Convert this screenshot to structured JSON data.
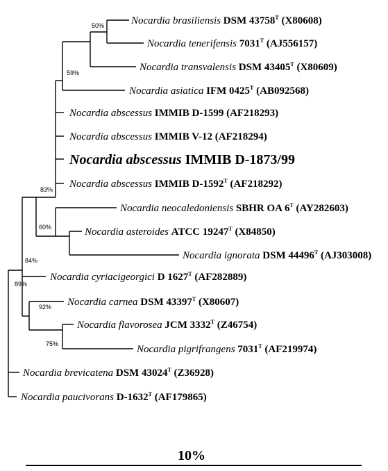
{
  "taxa": [
    {
      "id": "brasiliensis",
      "species": "Nocardia brasiliensis",
      "strain": "DSM 43758",
      "type_strain": true,
      "accession": "(X80608)"
    },
    {
      "id": "tenerifensis",
      "species": "Nocardia tenerifensis",
      "strain": "7031",
      "type_strain": true,
      "accession": "(AJ556157)"
    },
    {
      "id": "transvalensis",
      "species": "Nocardia transvalensis",
      "strain": "DSM 43405",
      "type_strain": true,
      "accession": "(X80609)"
    },
    {
      "id": "asiatica",
      "species": "Nocardia asiatica",
      "strain": "IFM 0425",
      "type_strain": true,
      "accession": "(AB092568)"
    },
    {
      "id": "abscessus1599",
      "species": "Nocardia abscessus",
      "strain": "IMMIB D-1599",
      "type_strain": false,
      "accession": "(AF218293)"
    },
    {
      "id": "abscessusV12",
      "species": "Nocardia abscessus",
      "strain": "IMMIB V-12",
      "type_strain": false,
      "accession": "(AF218294)"
    },
    {
      "id": "abscessus1873",
      "species": "Nocardia abscessus",
      "strain": "IMMIB D-1873/99",
      "type_strain": false,
      "accession": "",
      "emphasis": true
    },
    {
      "id": "abscessus1592",
      "species": "Nocardia abscessus",
      "strain": "IMMIB D-1592",
      "type_strain": true,
      "accession": "(AF218292)"
    },
    {
      "id": "neocaledoniensis",
      "species": "Nocardia neocaledoniensis",
      "strain": "SBHR OA 6",
      "type_strain": true,
      "accession": "(AY282603)"
    },
    {
      "id": "asteroides",
      "species": "Nocardia asteroides",
      "strain": "ATCC 19247",
      "type_strain": true,
      "accession": "(X84850)"
    },
    {
      "id": "ignorata",
      "species": "Nocardia ignorata",
      "strain": "DSM 44496",
      "type_strain": true,
      "accession": "(AJ303008)"
    },
    {
      "id": "cyriacigeorgici",
      "species": "Nocardia cyriacigeorgici",
      "strain": "D 1627",
      "type_strain": true,
      "accession": "(AF282889)"
    },
    {
      "id": "carnea",
      "species": "Nocardia carnea",
      "strain": "DSM 43397",
      "type_strain": true,
      "accession": "(X80607)"
    },
    {
      "id": "flavorosea",
      "species": "Nocardia flavorosea",
      "strain": "JCM 3332",
      "type_strain": true,
      "accession": "(Z46754)"
    },
    {
      "id": "pigrifrangens",
      "species": "Nocardia pigrifrangens",
      "strain": "7031",
      "type_strain": true,
      "accession": "(AF219974)"
    },
    {
      "id": "brevicatena",
      "species": "Nocardia brevicatena",
      "strain": "DSM 43024",
      "type_strain": true,
      "accession": "(Z36928)"
    },
    {
      "id": "paucivorans",
      "species": "Nocardia paucivorans",
      "strain": "D-1632",
      "type_strain": true,
      "accession": "(AF179865)"
    }
  ],
  "type_strain_mark": "T",
  "bootstrap": [
    {
      "node": "brasiliensis-tenerifensis",
      "label": "50%"
    },
    {
      "node": "upper-clade",
      "label": "59%"
    },
    {
      "node": "abscessus-asteroides",
      "label": "83%"
    },
    {
      "node": "asteroides-ignorata",
      "label": "60%"
    },
    {
      "node": "main-ingroup",
      "label": "84%"
    },
    {
      "node": "carnea-clade",
      "label": "92%"
    },
    {
      "node": "flavorosea-pigrifrangens",
      "label": "75%"
    },
    {
      "node": "root",
      "label": "89%"
    }
  ],
  "scale_bar": {
    "label": "10%"
  }
}
